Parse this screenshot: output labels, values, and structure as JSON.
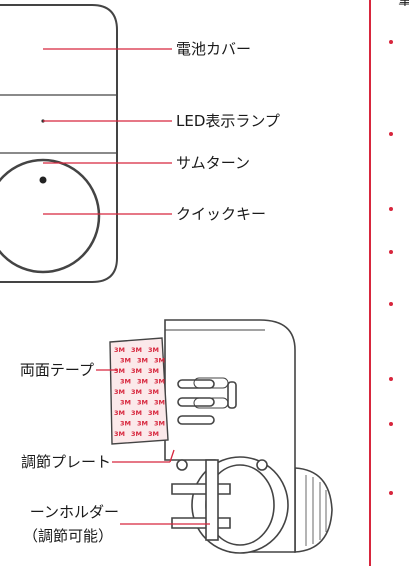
{
  "top_diagram": {
    "labels": {
      "battery_cover": "電池カバー",
      "led_lamp": "LED表示ランプ",
      "thumb_turn": "サムターン",
      "quick_key": "クイックキー"
    }
  },
  "bottom_diagram": {
    "labels": {
      "double_sided_tape": "両面テープ",
      "adjust_plate": "調節プレート",
      "turn_holder_line1": "ーンホルダー",
      "turn_holder_line2": "（調節可能）"
    },
    "tape_print": "3M"
  },
  "right_column": {
    "top_char": "筆",
    "bullet_count": 8
  },
  "colors": {
    "leader_line": "#d7263d",
    "accent_rule": "#d7263d",
    "outline": "#444444"
  }
}
